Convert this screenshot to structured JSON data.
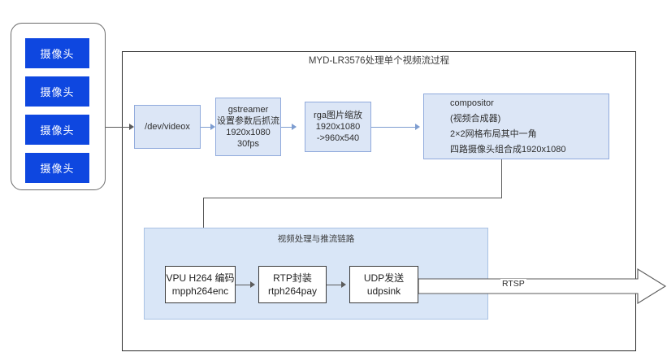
{
  "diagram": {
    "frame_title": "MYD-LR3576处理单个视频流过程",
    "panel_title": "视频处理与推流链路",
    "cameras": [
      {
        "label": "摄像头"
      },
      {
        "label": "摄像头"
      },
      {
        "label": "摄像头"
      },
      {
        "label": "摄像头"
      }
    ],
    "pipeline": {
      "device": {
        "line1": "/dev/videox"
      },
      "gstreamer": {
        "line1": "gstreamer",
        "line2": "设置参数后抓流",
        "line3": "1920x1080",
        "line4": "30fps"
      },
      "rga": {
        "line1": "rga图片缩放",
        "line2": "1920x1080",
        "line3": "->960x540"
      },
      "compositor": {
        "line1": "compositor",
        "line2": "(视频合成器)",
        "line3": "2×2网格布局其中一角",
        "line4": "四路摄像头组合成1920x1080"
      }
    },
    "encode_chain": {
      "vpu": {
        "line1": "VPU H264 编码",
        "line2": "mpph264enc"
      },
      "rtp": {
        "line1": "RTP封装",
        "line2": "rtph264pay"
      },
      "udp": {
        "line1": "UDP发送",
        "line2": "udpsink"
      }
    },
    "output": {
      "protocol_label": "RTSP"
    },
    "colors": {
      "camera_blue": "#0E47E0",
      "light_blue_fill": "#DCE6F6",
      "light_blue_border": "#90AADC",
      "panel_fill": "#D9E6F7",
      "panel_border": "#A9C2E4",
      "connector": "#5b5b5b",
      "frame_border": "#2b2b2b"
    }
  }
}
